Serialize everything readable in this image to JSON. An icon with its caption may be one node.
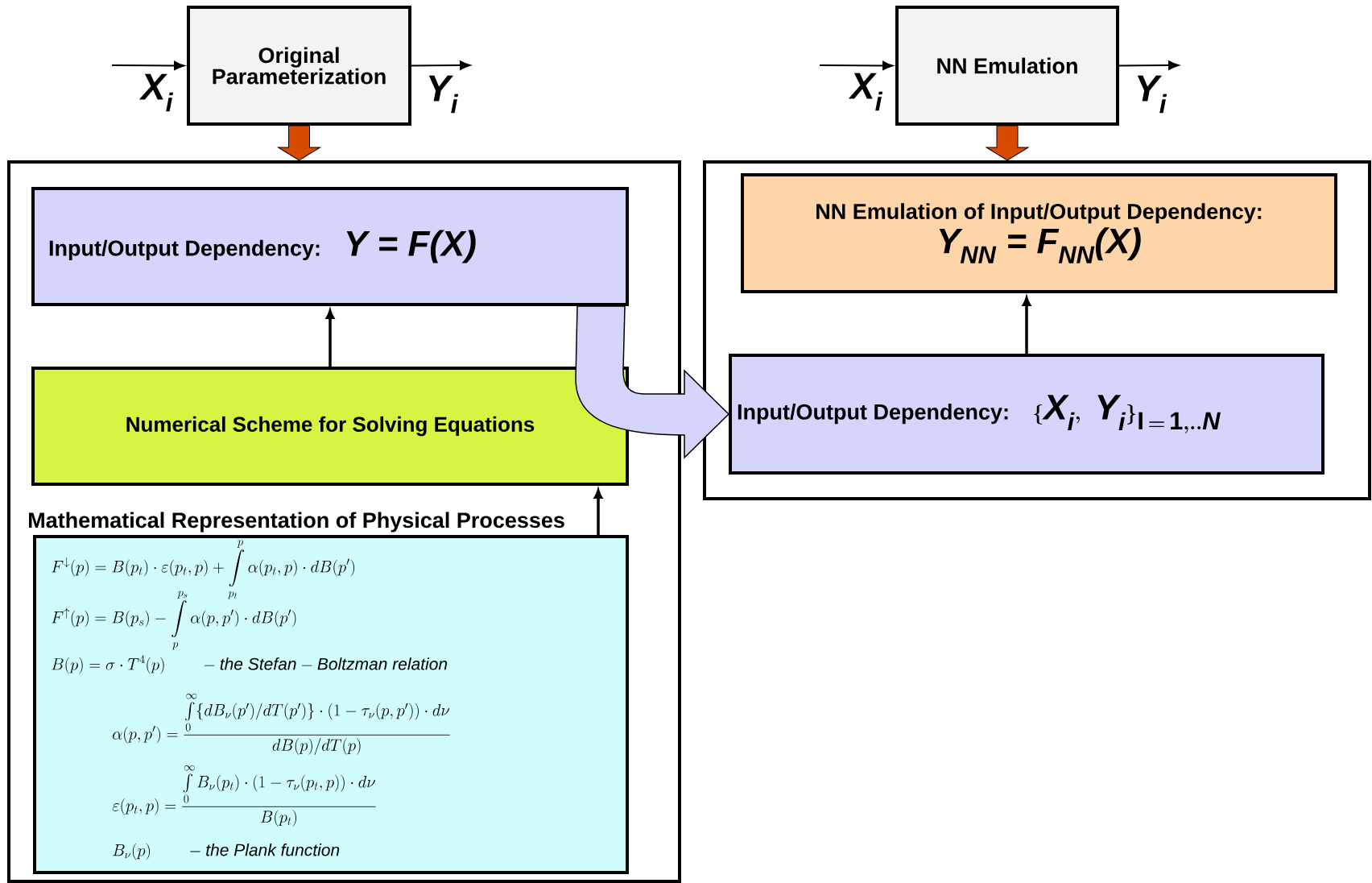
{
  "diagram": {
    "nodes": [
      {
        "text": [
          "Original Parameterization"
        ]
      },
      {
        "text": [
          "NN Emulation"
        ]
      },
      {
        "text": [],
        "shape": "box"
      },
      {
        "text": [],
        "shape": "box"
      },
      {
        "text": [
          "Input/Output Dependency:",
          "Y = F(X)"
        ],
        "in": 2
      },
      {
        "text": [
          "Numerical Scheme for Solving Equations"
        ],
        "in": 2
      },
      {
        "text": [
          "Mathematical Representation of Physical Processes",
          "F^{\\downarrow}(p)=B(p_t)\\cdot\\varepsilon(p_t,p)+\\int\\limits_{p_t}^{p}\\alpha(p_t,p)\\cdot dB(p')",
          "F^{\\uparrow}(p)=B(p_s)-\\int\\limits_{p}^{p_s}\\alpha(p,p')\\cdot dB(p')",
          "B(p)=\\sigma\\cdot T^4(p)\\qquad -\\mathit{the\\ Stefan}-\\mathit{Boltzman\\ relation}",
          "\\alpha(p,p')=\\frac{\\int\\limits_0^\\infty\\{dB_\\nu(p')/dT(p')\\}\\cdot(1-\\tau_\\nu(p,p'))\\cdot d\\nu}{dB(p)/dT(p)}",
          "\\varepsilon(p_t,p)=\\frac{\\int\\limits_0^\\infty B_\\nu(p_t)\\cdot(1-\\tau_\\nu(p_t,p))\\cdot d\\nu}{B(p_t)}",
          "B_\\nu(p)\\qquad -\\mathit{the\\ Plank\\ function}"
        ],
        "in": 2
      },
      {
        "text": [
          "NN Emulation of Input/Output Dependency:",
          "Y$_{NN}$ = F$_{NN}$(X)"
        ],
        "in": 3
      },
      {
        "text": [
          "Input/Output Dependency:",
          "\\{\\mathit{X}_{\\mathit{i}},\\ \\mathit{Y}_{\\mathit{i}}\\}_{\\mathrm{I}\\,=\\,\\mathrm{1,..}\\mathit{N}}"
        ],
        "in": 3
      }
    ],
    "edges": [
      {
        "from": null,
        "to": 0,
        "arrow": "to",
        "label": "X$_{i}$"
      },
      {
        "from": 0,
        "to": null,
        "arrow": "to",
        "label": "Y$_{i}$"
      },
      {
        "from": null,
        "to": 1,
        "arrow": "to",
        "label": "X$_{i}$"
      },
      {
        "from": 1,
        "to": null,
        "arrow": "to",
        "label": "Y$_{i}$"
      },
      {
        "from": 0,
        "to": 2,
        "arrow": "to",
        "style": "thick",
        "color": "#d84a00"
      },
      {
        "from": 1,
        "to": 3,
        "arrow": "to",
        "style": "thick",
        "color": "#d84a00"
      },
      {
        "from": 5,
        "to": 4,
        "arrow": "to"
      },
      {
        "from": 6,
        "to": 5,
        "arrow": "to"
      },
      {
        "from": 4,
        "to": 8,
        "arrow": "to",
        "style": "thick",
        "color": "#d4d4fc"
      },
      {
        "from": 8,
        "to": 7,
        "arrow": "to"
      }
    ]
  }
}
